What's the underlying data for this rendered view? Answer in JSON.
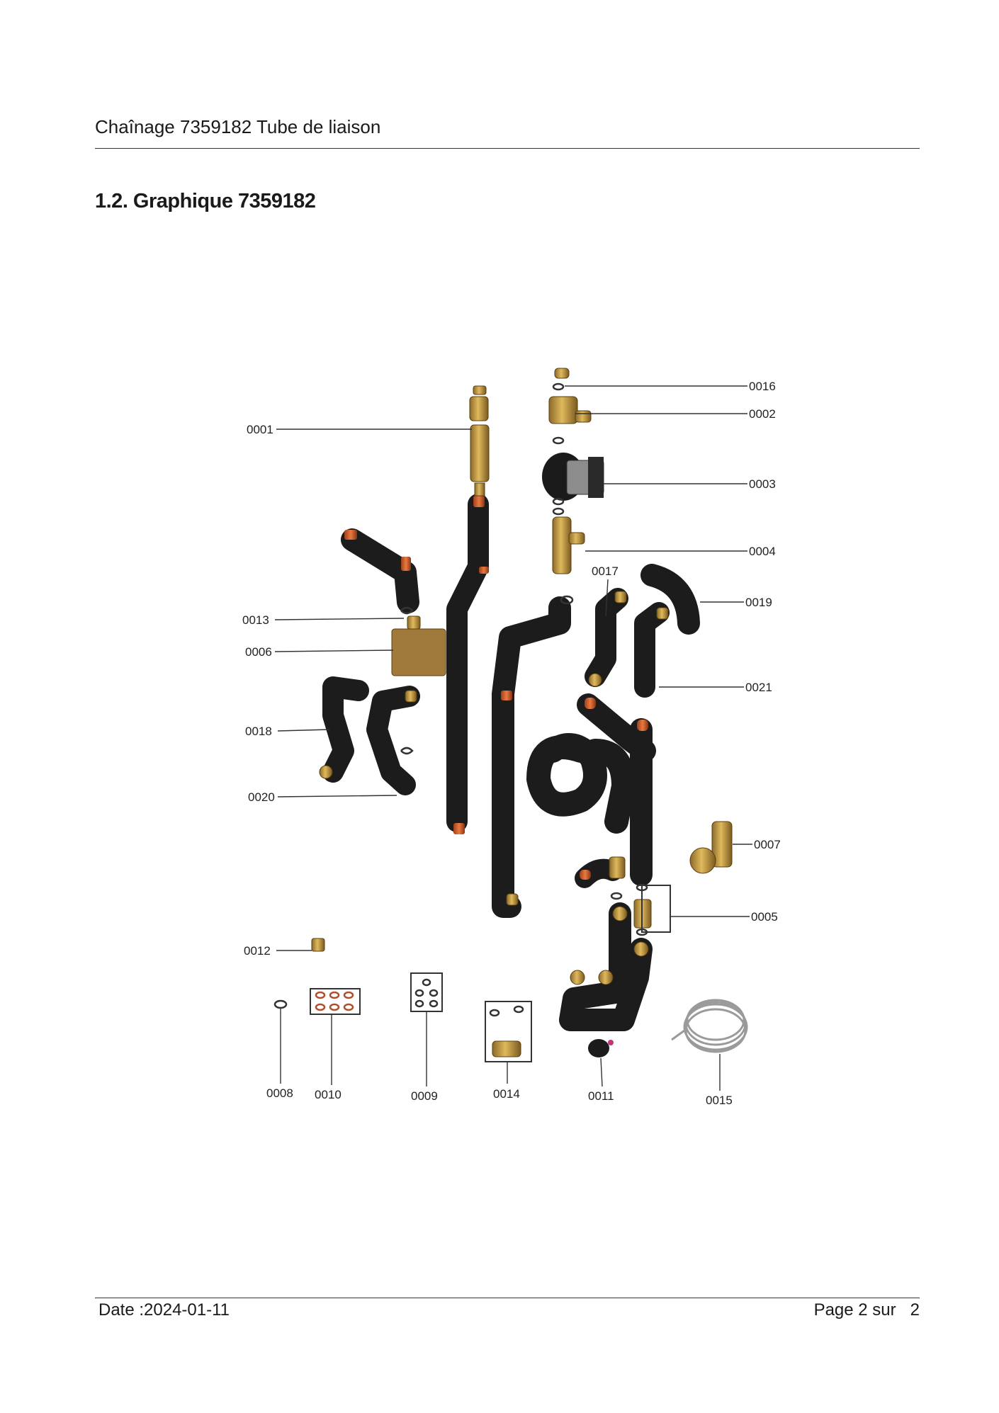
{
  "header": {
    "title": "Chaînage 7359182 Tube de liaison"
  },
  "section": {
    "heading": "1.2. Graphique 7359182"
  },
  "drawing": {
    "callouts": [
      {
        "id": "0001",
        "label": "0001"
      },
      {
        "id": "0002",
        "label": "0002"
      },
      {
        "id": "0003",
        "label": "0003"
      },
      {
        "id": "0004",
        "label": "0004"
      },
      {
        "id": "0005",
        "label": "0005"
      },
      {
        "id": "0006",
        "label": "0006"
      },
      {
        "id": "0007",
        "label": "0007"
      },
      {
        "id": "0008",
        "label": "0008"
      },
      {
        "id": "0009",
        "label": "0009"
      },
      {
        "id": "0010",
        "label": "0010"
      },
      {
        "id": "0011",
        "label": "0011"
      },
      {
        "id": "0012",
        "label": "0012"
      },
      {
        "id": "0013",
        "label": "0013"
      },
      {
        "id": "0014",
        "label": "0014"
      },
      {
        "id": "0015",
        "label": "0015"
      },
      {
        "id": "0016",
        "label": "0016"
      },
      {
        "id": "0017",
        "label": "0017"
      },
      {
        "id": "0018",
        "label": "0018"
      },
      {
        "id": "0019",
        "label": "0019"
      },
      {
        "id": "0020",
        "label": "0020"
      },
      {
        "id": "0021",
        "label": "0021"
      }
    ]
  },
  "footer": {
    "date": "Date :2024-01-11",
    "page": "Page 2 sur   2"
  }
}
